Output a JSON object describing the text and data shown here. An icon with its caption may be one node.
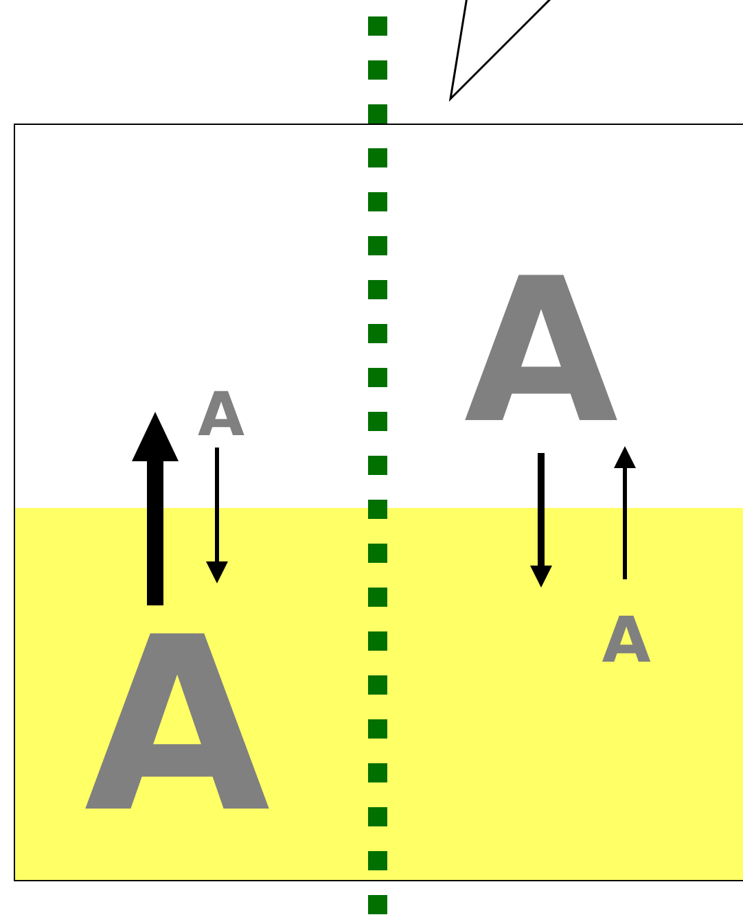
{
  "diagram": {
    "nodes": [
      {
        "text": [
          "A",
          "A"
        ]
      },
      {
        "text": [
          "A",
          "A"
        ]
      }
    ],
    "edges": [
      {
        "from": 1,
        "to": 0,
        "arrow": "to",
        "style": "thick"
      },
      {
        "from": 0,
        "to": 1,
        "arrow": "to"
      },
      {
        "from": 0,
        "to": 1,
        "arrow": "to"
      },
      {
        "from": 1,
        "to": 0,
        "arrow": "to"
      }
    ]
  }
}
